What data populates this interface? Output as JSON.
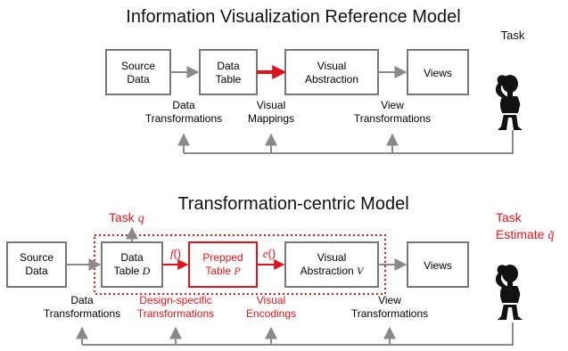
{
  "colors": {
    "black": "#111111",
    "gray": "#8a8a8a",
    "red": "#e0141a",
    "white": "#ffffff"
  },
  "top": {
    "title": "Information Visualization Reference Model",
    "task": "Task",
    "boxes": {
      "source": [
        "Source",
        "Data"
      ],
      "table": [
        "Data",
        "Table"
      ],
      "abstraction": [
        "Visual",
        "Abstraction"
      ],
      "views": [
        "Views"
      ]
    },
    "labels": {
      "data_transformations": [
        "Data",
        "Transformations"
      ],
      "visual_mappings": [
        "Visual",
        "Mappings"
      ],
      "view_transformations": [
        "View",
        "Transformations"
      ]
    },
    "person_icon": "thinking-person-icon"
  },
  "bottom": {
    "title": "Transformation-centric Model",
    "task_q": {
      "text": "Task",
      "var": "q"
    },
    "task_estimate": {
      "line1": "Task",
      "line2": "Estimate",
      "var": "q̃"
    },
    "boxes": {
      "source": [
        "Source",
        "Data"
      ],
      "table": {
        "line1": "Data",
        "line2": "Table",
        "var": "D"
      },
      "prepped": {
        "line1": "Prepped",
        "line2": "Table",
        "var": "P"
      },
      "abstraction": {
        "line1": "Visual",
        "line2": "Abstraction",
        "var": "V"
      },
      "views": [
        "Views"
      ]
    },
    "functions": {
      "f": {
        "name": "f",
        "parens": "()"
      },
      "e": {
        "name": "e",
        "parens": "()"
      }
    },
    "labels": {
      "data_transformations": [
        "Data",
        "Transformations"
      ],
      "design_specific": [
        "Design-specific",
        "Transformations"
      ],
      "visual_encodings": [
        "Visual",
        "Encodings"
      ],
      "view_transformations": [
        "View",
        "Transformations"
      ]
    },
    "person_icon": "thinking-person-icon"
  }
}
